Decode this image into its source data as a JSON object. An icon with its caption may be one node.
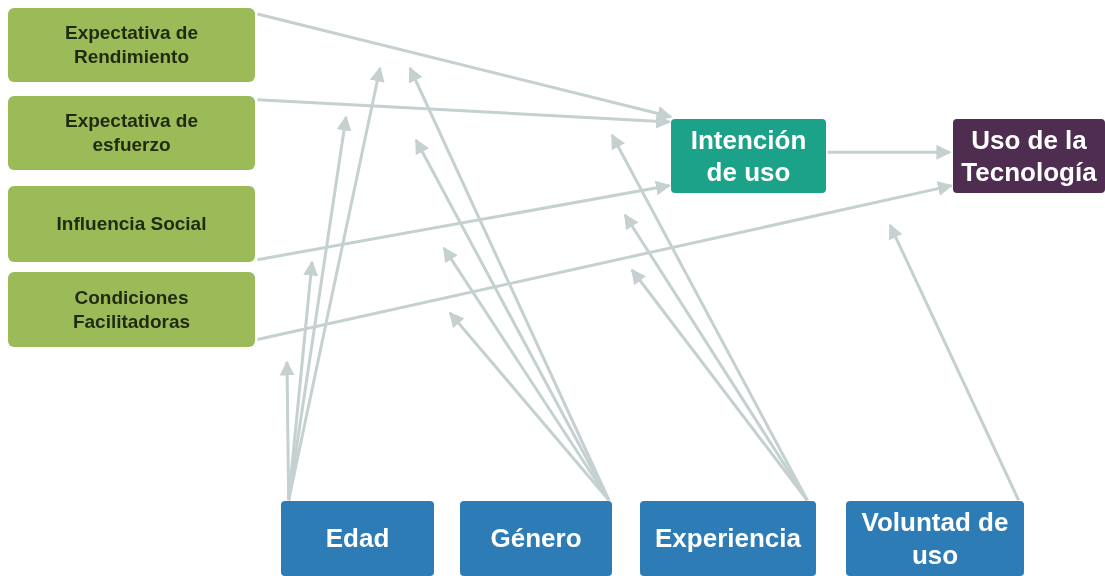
{
  "diagram": {
    "nodes": [
      {
        "text": [
          "Expectativa de Rendimiento"
        ]
      },
      {
        "text": [
          "Expectativa de esfuerzo"
        ]
      },
      {
        "text": [
          "Influencia Social"
        ]
      },
      {
        "text": [
          "Condiciones Facilitadoras"
        ]
      },
      {
        "text": [
          "Intención de uso"
        ]
      },
      {
        "text": [
          "Uso de la Tecnología"
        ]
      },
      {
        "text": [
          "Edad"
        ]
      },
      {
        "text": [
          "Género"
        ]
      },
      {
        "text": [
          "Experiencia"
        ]
      },
      {
        "text": [
          "Voluntad de uso"
        ]
      }
    ],
    "edges": [
      {
        "from": 0,
        "to": 4,
        "arrow": "to"
      },
      {
        "from": 1,
        "to": 4,
        "arrow": "to"
      },
      {
        "from": 2,
        "to": 4,
        "arrow": "to"
      },
      {
        "from": 3,
        "to": 5,
        "arrow": "to"
      },
      {
        "from": 4,
        "to": 5,
        "arrow": "to"
      },
      {
        "from": 6,
        "to": null,
        "arrow": "to"
      },
      {
        "from": 6,
        "to": null,
        "arrow": "to"
      },
      {
        "from": 6,
        "to": null,
        "arrow": "to"
      },
      {
        "from": 6,
        "to": null,
        "arrow": "to"
      },
      {
        "from": 7,
        "to": null,
        "arrow": "to"
      },
      {
        "from": 7,
        "to": null,
        "arrow": "to"
      },
      {
        "from": 7,
        "to": null,
        "arrow": "to"
      },
      {
        "from": 7,
        "to": null,
        "arrow": "to"
      },
      {
        "from": 8,
        "to": null,
        "arrow": "to"
      },
      {
        "from": 8,
        "to": null,
        "arrow": "to"
      },
      {
        "from": 8,
        "to": null,
        "arrow": "to"
      },
      {
        "from": 9,
        "to": null,
        "arrow": "to"
      }
    ]
  }
}
